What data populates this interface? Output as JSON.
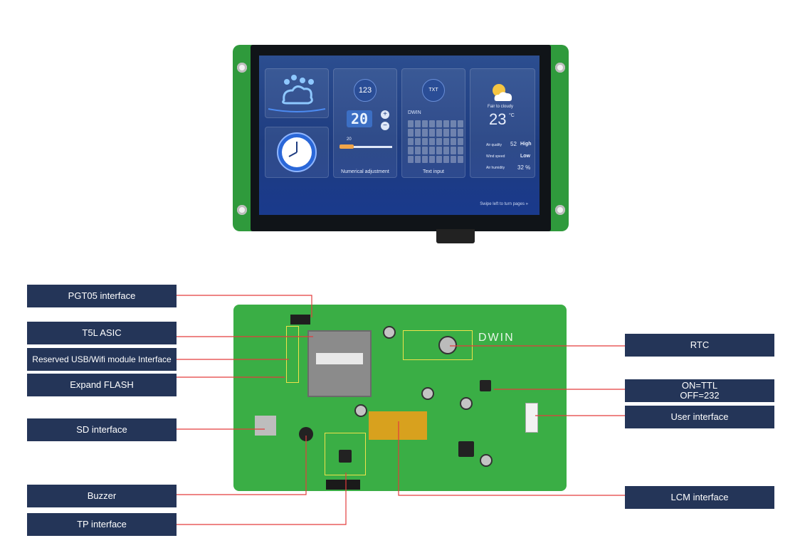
{
  "screen": {
    "num_top": "123",
    "num_value": "20",
    "num_slider": "20",
    "num_caption": "Numerical adjustment",
    "kb_title": "DWIN",
    "kb_caption": "Text input",
    "kb_icon": "TXT",
    "weather_status": "Fair to cloudy",
    "weather_temp": "23",
    "weather_unit": "°C",
    "air_quality_label": "Air quality",
    "air_quality_value": "52",
    "air_quality_level": "High",
    "wind_label": "Wind speed",
    "wind_value": "Low",
    "humidity_label": "Air humidity",
    "humidity_value": "32 %",
    "swipe_hint": "Swipe left to turn pages"
  },
  "board": {
    "brand": "DWIN"
  },
  "labels": {
    "pgt05": "PGT05 interface",
    "t5l": "T5L ASIC",
    "usb": "Reserved USB/Wifi module Interface",
    "flash": "Expand FLASH",
    "sd": "SD interface",
    "buzzer": "Buzzer",
    "tp": "TP interface",
    "rtc": "RTC",
    "ttl_on": "ON=TTL",
    "ttl_off": "OFF=232",
    "user": "User interface",
    "lcm": "LCM interface"
  },
  "colors": {
    "label_bg": "#243558",
    "leader_line": "#e33c3c",
    "pcb_green": "#3aae45",
    "highlight_box": "#f0e24a"
  }
}
